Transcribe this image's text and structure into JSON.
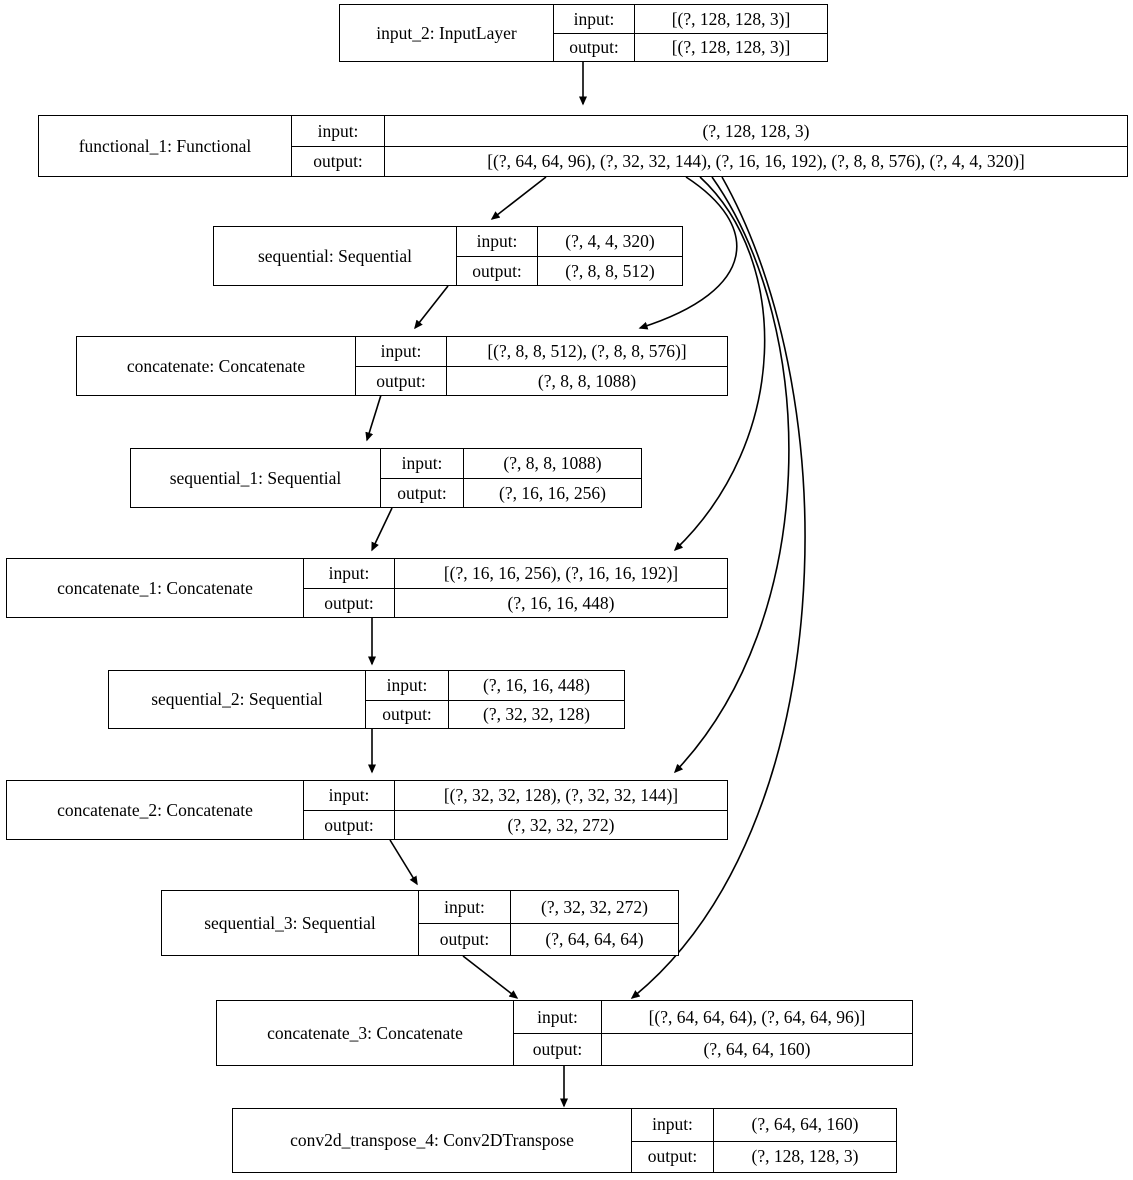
{
  "diagram": {
    "title": "Keras model architecture graph",
    "io_labels": {
      "input": "input:",
      "output": "output:"
    },
    "nodes": [
      {
        "id": "input_2",
        "name": "input_2: InputLayer",
        "input": "[(?, 128, 128, 3)]",
        "output": "[(?, 128, 128, 3)]"
      },
      {
        "id": "functional_1",
        "name": "functional_1: Functional",
        "input": "(?, 128, 128, 3)",
        "output": "[(?, 64, 64, 96), (?, 32, 32, 144), (?, 16, 16, 192), (?, 8, 8, 576), (?, 4, 4, 320)]"
      },
      {
        "id": "sequential",
        "name": "sequential: Sequential",
        "input": "(?, 4, 4, 320)",
        "output": "(?, 8, 8, 512)"
      },
      {
        "id": "concatenate",
        "name": "concatenate: Concatenate",
        "input": "[(?, 8, 8, 512), (?, 8, 8, 576)]",
        "output": "(?, 8, 8, 1088)"
      },
      {
        "id": "sequential_1",
        "name": "sequential_1: Sequential",
        "input": "(?, 8, 8, 1088)",
        "output": "(?, 16, 16, 256)"
      },
      {
        "id": "concatenate_1",
        "name": "concatenate_1: Concatenate",
        "input": "[(?, 16, 16, 256), (?, 16, 16, 192)]",
        "output": "(?, 16, 16, 448)"
      },
      {
        "id": "sequential_2",
        "name": "sequential_2: Sequential",
        "input": "(?, 16, 16, 448)",
        "output": "(?, 32, 32, 128)"
      },
      {
        "id": "concatenate_2",
        "name": "concatenate_2: Concatenate",
        "input": "[(?, 32, 32, 128), (?, 32, 32, 144)]",
        "output": "(?, 32, 32, 272)"
      },
      {
        "id": "sequential_3",
        "name": "sequential_3: Sequential",
        "input": "(?, 32, 32, 272)",
        "output": "(?, 64, 64, 64)"
      },
      {
        "id": "concatenate_3",
        "name": "concatenate_3: Concatenate",
        "input": "[(?, 64, 64, 64), (?, 64, 64, 96)]",
        "output": "(?, 64, 64, 160)"
      },
      {
        "id": "conv2d_transpose_4",
        "name": "conv2d_transpose_4: Conv2DTranspose",
        "input": "(?, 64, 64, 160)",
        "output": "(?, 128, 128, 3)"
      }
    ],
    "edges": [
      {
        "from": "input_2",
        "to": "functional_1"
      },
      {
        "from": "functional_1",
        "to": "sequential"
      },
      {
        "from": "functional_1",
        "to": "concatenate"
      },
      {
        "from": "sequential",
        "to": "concatenate"
      },
      {
        "from": "concatenate",
        "to": "sequential_1"
      },
      {
        "from": "sequential_1",
        "to": "concatenate_1"
      },
      {
        "from": "functional_1",
        "to": "concatenate_1"
      },
      {
        "from": "concatenate_1",
        "to": "sequential_2"
      },
      {
        "from": "sequential_2",
        "to": "concatenate_2"
      },
      {
        "from": "functional_1",
        "to": "concatenate_2"
      },
      {
        "from": "concatenate_2",
        "to": "sequential_3"
      },
      {
        "from": "sequential_3",
        "to": "concatenate_3"
      },
      {
        "from": "functional_1",
        "to": "concatenate_3"
      },
      {
        "from": "concatenate_3",
        "to": "conv2d_transpose_4"
      }
    ],
    "colors": {
      "edge": "#000000",
      "border": "#000000",
      "background": "#ffffff",
      "text": "#000000"
    }
  }
}
